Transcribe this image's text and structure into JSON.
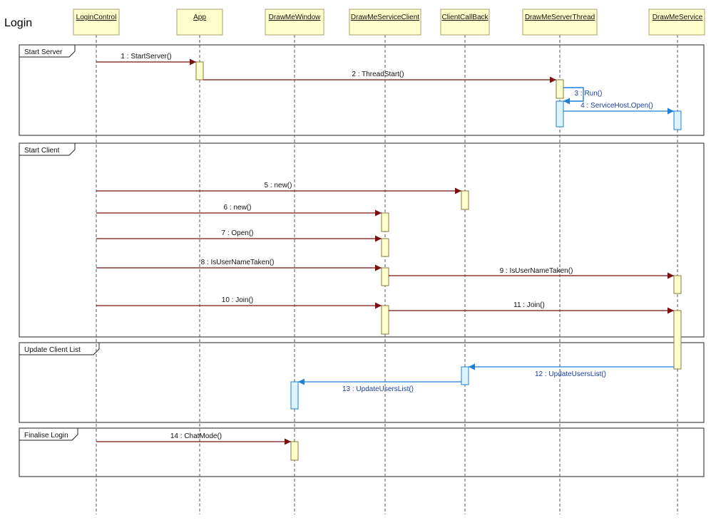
{
  "diagram": {
    "title": "Login",
    "lifelines": [
      {
        "id": "lc",
        "label": "LoginControl"
      },
      {
        "id": "app",
        "label": "App"
      },
      {
        "id": "dmw",
        "label": "DrawMeWindow"
      },
      {
        "id": "dmsc",
        "label": "DrawMeServiceClient"
      },
      {
        "id": "ccb",
        "label": "ClientCallBack"
      },
      {
        "id": "dmst",
        "label": "DrawMeServerThread"
      },
      {
        "id": "dms",
        "label": "DrawMeService"
      }
    ],
    "fragments": [
      {
        "label": "Start Server"
      },
      {
        "label": "Start Client"
      },
      {
        "label": "Update Client List"
      },
      {
        "label": "Finalise Login"
      }
    ],
    "messages": [
      {
        "label": "1 : StartServer()",
        "kind": "sync"
      },
      {
        "label": "2 : ThreadStart()",
        "kind": "sync"
      },
      {
        "label": "3 : Run()",
        "kind": "async"
      },
      {
        "label": "4 : ServiceHost.Open()",
        "kind": "async"
      },
      {
        "label": "5 : new()",
        "kind": "sync"
      },
      {
        "label": "6 : new()",
        "kind": "sync"
      },
      {
        "label": "7 : Open()",
        "kind": "sync"
      },
      {
        "label": "8 : IsUserNameTaken()",
        "kind": "sync"
      },
      {
        "label": "9 : IsUserNameTaken()",
        "kind": "sync"
      },
      {
        "label": "10 : Join()",
        "kind": "sync"
      },
      {
        "label": "11 : Join()",
        "kind": "sync"
      },
      {
        "label": "12 : UpdateUsersList()",
        "kind": "async"
      },
      {
        "label": "13 : UpdateUsersList()",
        "kind": "async"
      },
      {
        "label": "14 : ChatMode()",
        "kind": "sync"
      }
    ],
    "colors": {
      "sync_message": "#7a1010",
      "async_message": "#1f7fd6",
      "async_label": "#1a3fa8",
      "lifeline_fill": "#ffffcc",
      "lifeline_border": "#a8a070",
      "activation_sync_fill": "#ffffcc",
      "activation_async_fill": "#ddf3ff",
      "fragment_border": "#222222"
    }
  }
}
